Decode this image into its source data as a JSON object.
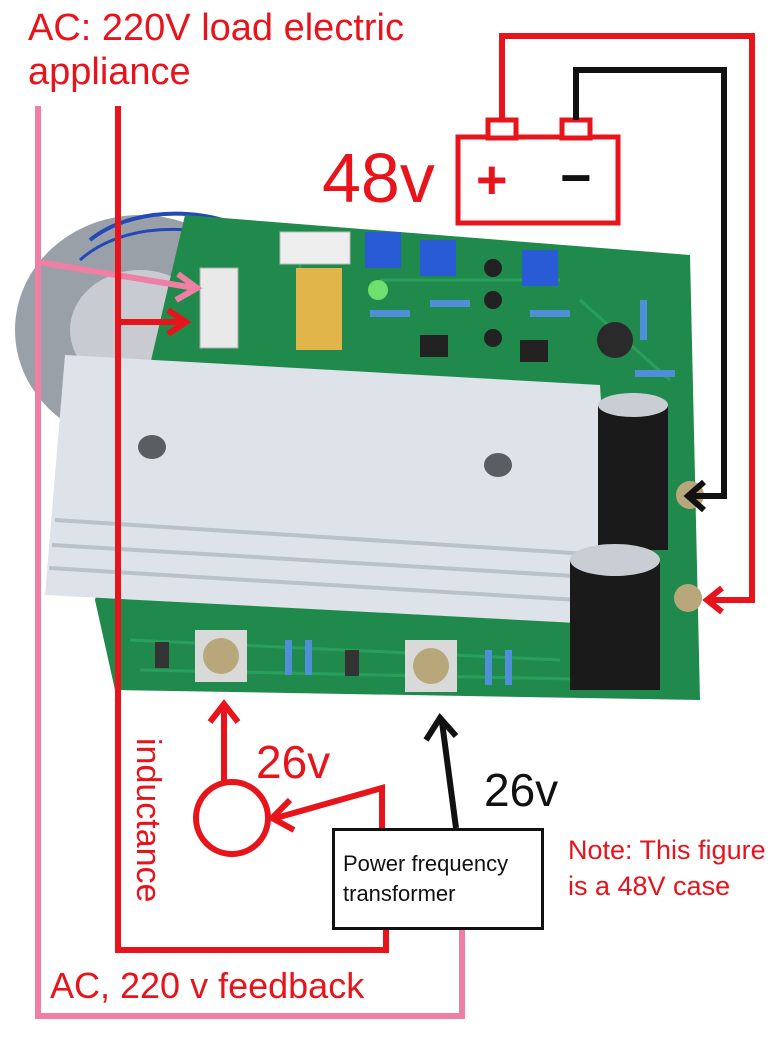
{
  "labels": {
    "ac_load": "AC: 220V load electric appliance",
    "battery_voltage": "48v",
    "battery_plus": "+",
    "battery_minus": "−",
    "inductor_voltage": "26v",
    "transformer_voltage": "26v",
    "inductance": "inductance",
    "transformer": "Power frequency transformer",
    "note": "Note: This figure is a 48V case",
    "feedback": "AC, 220 v feedback"
  },
  "colors": {
    "red_wire": "#e8141c",
    "black_wire": "#111111",
    "pink_wire": "#ef7fa4",
    "pcb_green": "#1f8a4c",
    "heatsink": "#dde3e8"
  }
}
